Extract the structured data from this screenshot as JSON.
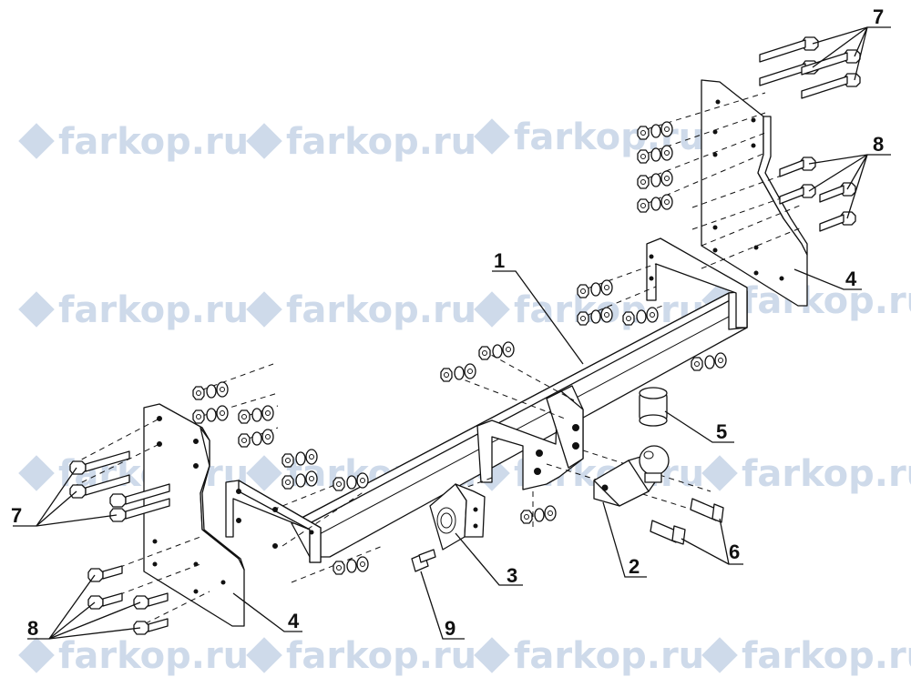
{
  "watermark": {
    "text": "farkop.ru",
    "logo_icon": "car-logo-icon",
    "color": "#c9d6e8"
  },
  "labels": {
    "p1": "1",
    "p2": "2",
    "p3": "3",
    "p4_left": "4",
    "p4_right": "4",
    "p5": "5",
    "p6": "6",
    "p7_left": "7",
    "p7_right": "7",
    "p8_left": "8",
    "p8_right": "8",
    "p9": "9"
  }
}
